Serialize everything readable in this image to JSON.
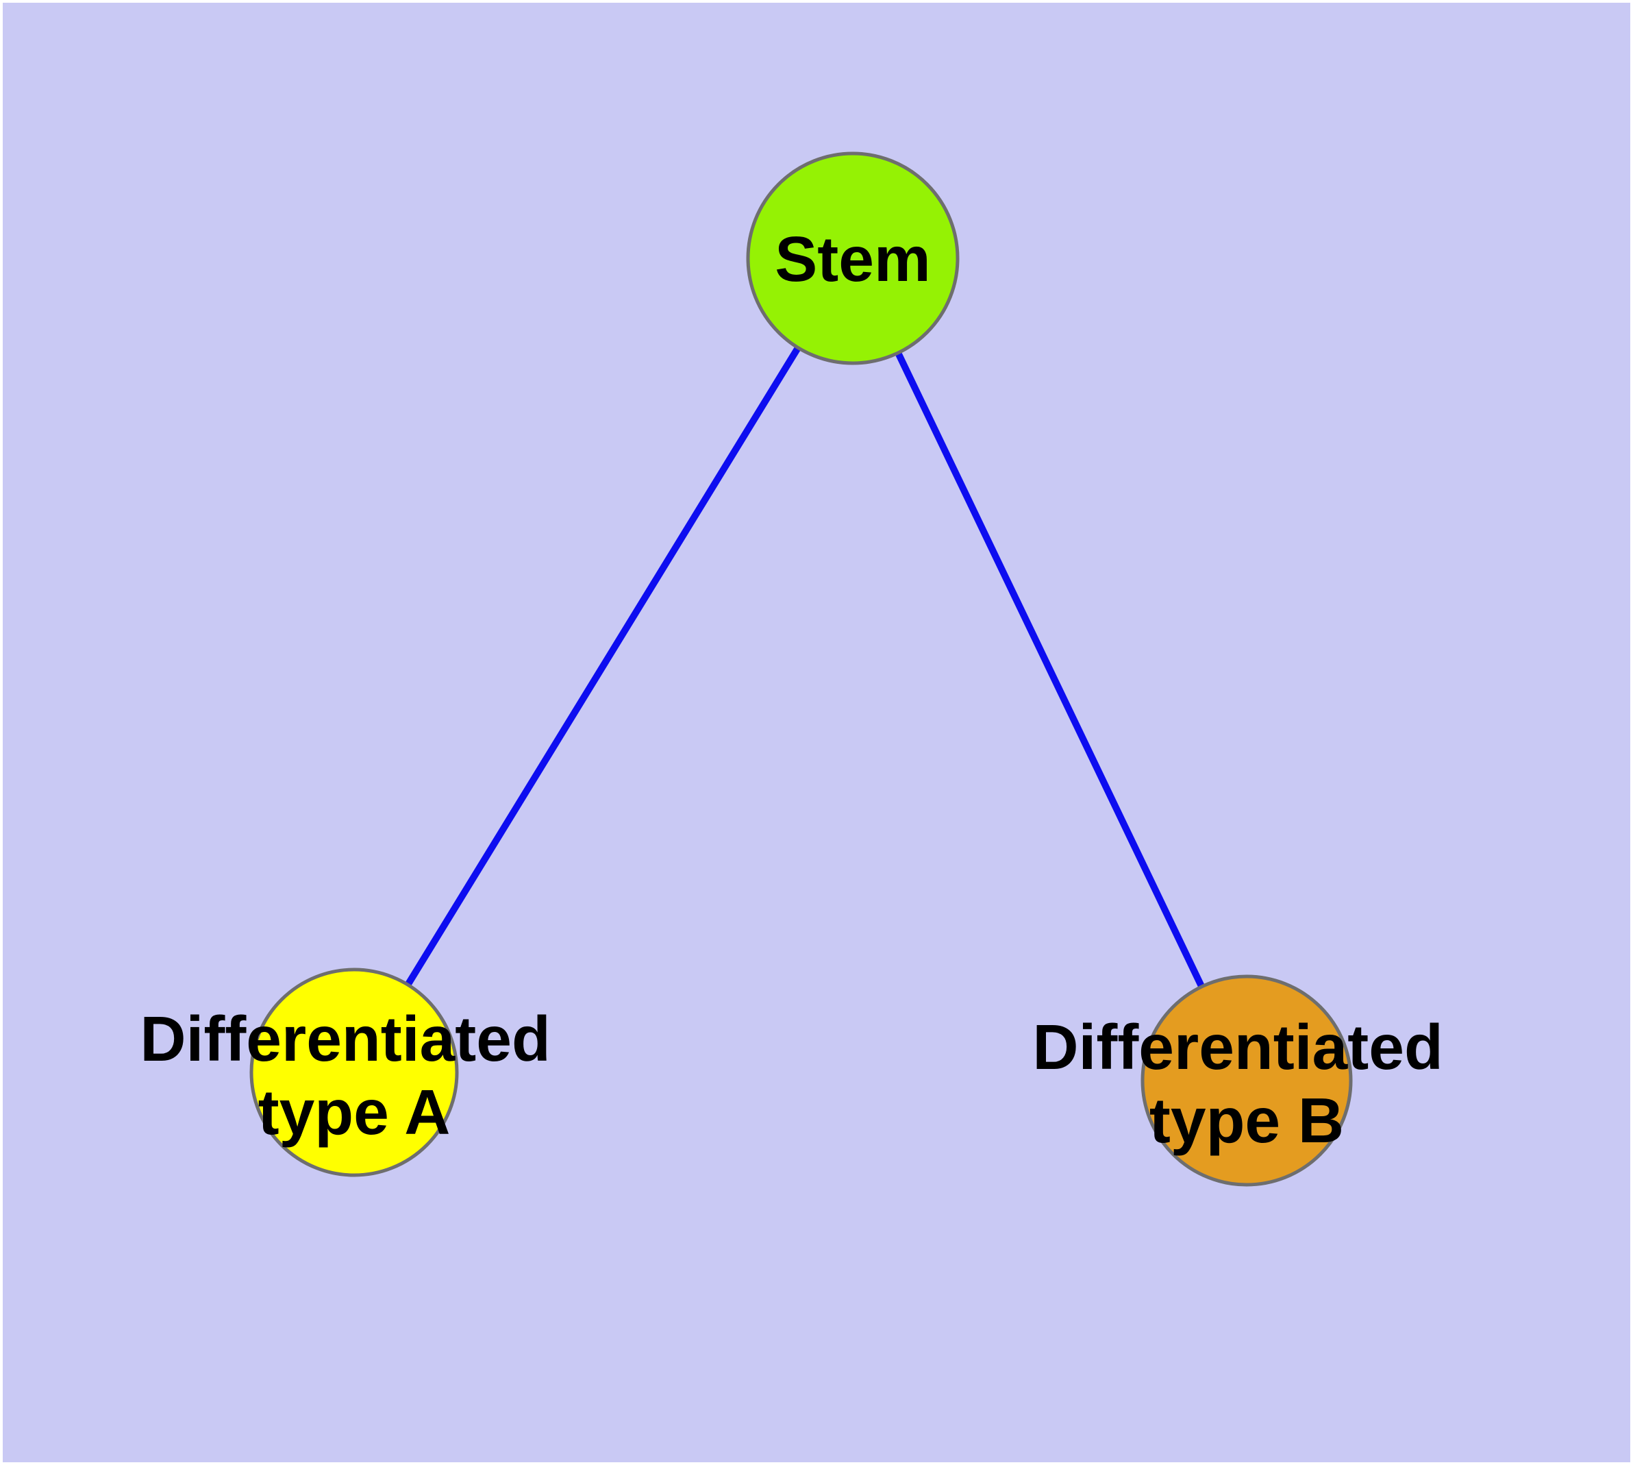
{
  "canvas": {
    "page_color": "#ffffff",
    "background_color": "#c9c9f4"
  },
  "text_color": "#000000",
  "edges": {
    "color": "#0d0df0",
    "items": [
      {
        "from": "Stem",
        "to": "Differentiated type A"
      },
      {
        "from": "Stem",
        "to": "Differentiated type B"
      }
    ]
  },
  "nodes": {
    "stem": {
      "label": "Stem",
      "fill": "#95f204",
      "border": "#6e6e6e"
    },
    "type_a": {
      "label_line1": "Differentiated",
      "label_line2": "type A",
      "fill": "#ffff00",
      "border": "#6e6e6e"
    },
    "type_b": {
      "label_line1": "Differentiated",
      "label_line2": "type B",
      "fill": "#e49c20",
      "border": "#6e6e6e"
    }
  }
}
